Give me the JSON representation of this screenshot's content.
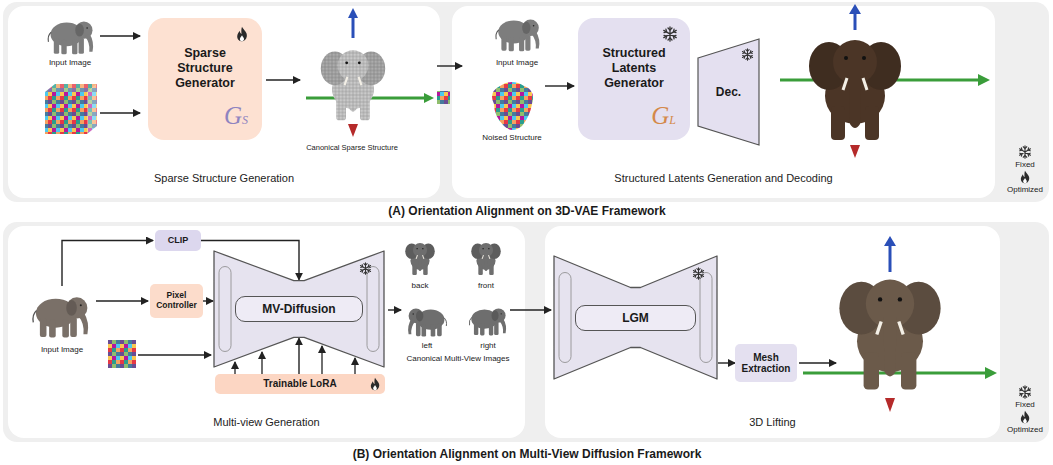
{
  "diagram": {
    "nodes": [
      {
        "text": [
          "Sparse Structure Generation"
        ]
      },
      {
        "text": [
          "Sparse Structure Generator",
          "GS"
        ],
        "in": 0
      },
      {
        "text": [
          "Structured Latents Generation and Decoding"
        ]
      },
      {
        "text": [
          "Structured Latents Generator",
          "GL"
        ],
        "in": 2
      },
      {
        "text": [
          "Dec."
        ],
        "in": 2
      },
      {
        "text": [
          "Multi-view Generation"
        ]
      },
      {
        "text": [
          "CLIP"
        ],
        "in": 5
      },
      {
        "text": [
          "Pixel Controller"
        ],
        "in": 5
      },
      {
        "text": [
          "MV-Diffusion"
        ],
        "in": 5
      },
      {
        "text": [
          "Trainable LoRA"
        ],
        "in": 5
      },
      {
        "text": [
          "3D Lifting"
        ]
      },
      {
        "text": [
          "LGM"
        ],
        "in": 10
      },
      {
        "text": [
          "Mesh Extraction"
        ],
        "in": 10
      }
    ],
    "edges": [
      {
        "from": 6,
        "to": 8,
        "arrow": "to"
      },
      {
        "from": 7,
        "to": 8,
        "arrow": "to"
      },
      {
        "from": 9,
        "to": 8,
        "arrow": "to"
      },
      {
        "from": 11,
        "to": 12,
        "arrow": "to"
      }
    ],
    "labels": [
      "Input Image",
      "Canonical Sparse Structure",
      "Input Image",
      "Noised Structure",
      "(A) Orientation Alignment on 3D-VAE Framework",
      "Input Image",
      "back",
      "front",
      "left",
      "right",
      "Canonical Multi-View Images",
      "(B) Orientation Alignment on Multi-View Diffusion Framework"
    ],
    "legend": [
      {
        "text": "Fixed"
      },
      {
        "text": "Optimized"
      },
      {
        "text": "Fixed"
      },
      {
        "text": "Optimized"
      }
    ]
  }
}
